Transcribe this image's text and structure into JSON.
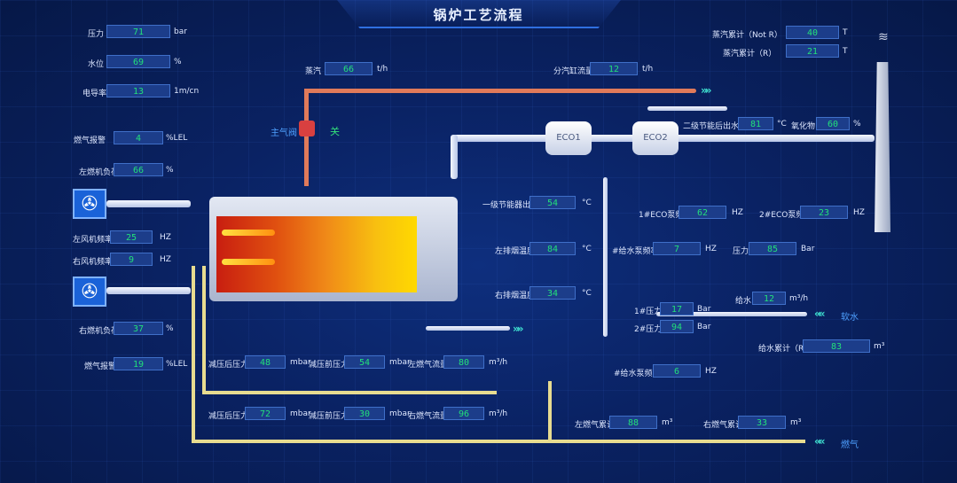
{
  "title": "锅炉工艺流程",
  "readouts": [
    {
      "id": "pressure",
      "label": "压力",
      "value": "71",
      "unit": "bar"
    },
    {
      "id": "water-level",
      "label": "水位",
      "value": "69",
      "unit": "%"
    },
    {
      "id": "conductivity",
      "label": "电导率",
      "value": "13",
      "unit": "1m/cn"
    },
    {
      "id": "gas-alarm-top",
      "label": "燃气报警",
      "value": "4",
      "unit": "%LEL"
    },
    {
      "id": "left-burner-load",
      "label": "左燃机负荷",
      "value": "66",
      "unit": "%"
    },
    {
      "id": "left-fan-freq",
      "label": "左风机频率",
      "value": "25",
      "unit": "HZ"
    },
    {
      "id": "right-fan-freq",
      "label": "右风机频率",
      "value": "9",
      "unit": "HZ"
    },
    {
      "id": "right-burner-load",
      "label": "右燃机负荷",
      "value": "37",
      "unit": "%"
    },
    {
      "id": "gas-alarm-bottom",
      "label": "燃气报警",
      "value": "19",
      "unit": "%LEL"
    },
    {
      "id": "steam",
      "label": "蒸汽",
      "value": "66",
      "unit": "t/h"
    },
    {
      "id": "sub-cylinder-flow",
      "label": "分汽缸流量",
      "value": "12",
      "unit": "t/h"
    },
    {
      "id": "steam-total-notr",
      "label": "蒸汽累计（Not R）",
      "value": "40",
      "unit": "T"
    },
    {
      "id": "steam-total-r",
      "label": "蒸汽累计（R）",
      "value": "21",
      "unit": "T"
    },
    {
      "id": "eco2-outlet",
      "label": "二级节能后出水",
      "value": "81",
      "unit": "°C"
    },
    {
      "id": "oxygen",
      "label": "氧化物",
      "value": "60",
      "unit": "%"
    },
    {
      "id": "eco1-outlet",
      "label": "一级节能器出出",
      "value": "54",
      "unit": "°C"
    },
    {
      "id": "eco1-pump-freq",
      "label": "1#ECO泵频率",
      "value": "62",
      "unit": "HZ"
    },
    {
      "id": "eco2-pump-freq",
      "label": "2#ECO泵频率",
      "value": "23",
      "unit": "HZ"
    },
    {
      "id": "left-exhaust-temp",
      "label": "左排烟温度",
      "value": "84",
      "unit": "°C"
    },
    {
      "id": "feed-pump-freq-top",
      "label": "#给水泵频率",
      "value": "7",
      "unit": "HZ"
    },
    {
      "id": "feed-pressure",
      "label": "压力",
      "value": "85",
      "unit": "Bar"
    },
    {
      "id": "right-exhaust-temp",
      "label": "右排烟温度",
      "value": "34",
      "unit": "°C"
    },
    {
      "id": "feed-water",
      "label": "给水",
      "value": "12",
      "unit": "m³/h"
    },
    {
      "id": "p1-pressure",
      "label": "1#压力",
      "value": "17",
      "unit": "Bar"
    },
    {
      "id": "p2-pressure",
      "label": "2#压力",
      "value": "94",
      "unit": "Bar"
    },
    {
      "id": "feed-total",
      "label": "给水累计（R）",
      "value": "83",
      "unit": "m³"
    },
    {
      "id": "feed-pump-freq-bottom",
      "label": "#给水泵频率",
      "value": "6",
      "unit": "HZ"
    },
    {
      "id": "reduced-pressure-1",
      "label": "减压后压力",
      "value": "48",
      "unit": "mbar"
    },
    {
      "id": "pre-reduce-1",
      "label": "减压前压力",
      "value": "54",
      "unit": "mbar"
    },
    {
      "id": "left-gas-flow",
      "label": "左燃气流量",
      "value": "80",
      "unit": "m³/h"
    },
    {
      "id": "reduced-pressure-2",
      "label": "减压后压力",
      "value": "72",
      "unit": "mbar"
    },
    {
      "id": "pre-reduce-2",
      "label": "减压前压力",
      "value": "30",
      "unit": "mbar"
    },
    {
      "id": "right-gas-flow",
      "label": "右燃气流量",
      "value": "96",
      "unit": "m³/h"
    },
    {
      "id": "left-gas-total",
      "label": "左燃气累计",
      "value": "88",
      "unit": "m³"
    },
    {
      "id": "right-gas-total",
      "label": "右燃气累计",
      "value": "33",
      "unit": "m³"
    }
  ],
  "labels": {
    "main_valve": "主气阀",
    "valve_state": "关",
    "eco1": "ECO1",
    "eco2": "ECO2",
    "soft_water": "软水",
    "fuel_gas": "燃气"
  },
  "colors": {
    "steam_pipe": "#e07a5a",
    "gas_pipe": "#e8dc90",
    "value_text": "#22e07a"
  }
}
